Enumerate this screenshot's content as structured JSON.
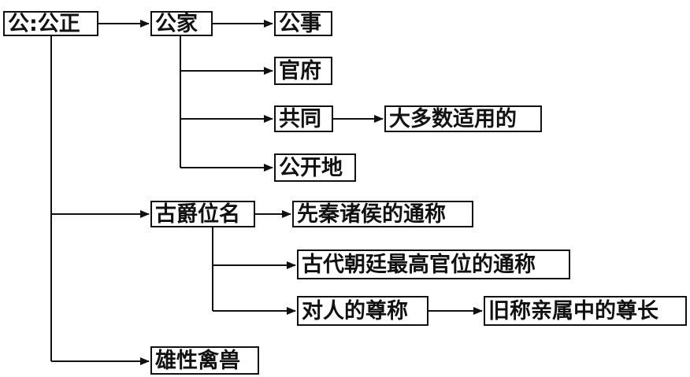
{
  "nodes": {
    "root": "公:公正",
    "gongjia": "公家",
    "gongshi": "公事",
    "guanfu": "官府",
    "gongtong": "共同",
    "daduoshu": "大多数适用的",
    "gongkaidi": "公开地",
    "gujuewei": "古爵位名",
    "xianqin": "先秦诸侯的通称",
    "gudai": "古代朝廷最高官位的通称",
    "duiren": "对人的尊称",
    "jiucheng": "旧称亲属中的尊长",
    "xiongxing": "雄性禽兽"
  },
  "edges": [
    [
      "root",
      "gongjia"
    ],
    [
      "gongjia",
      "gongshi"
    ],
    [
      "gongjia",
      "guanfu"
    ],
    [
      "gongjia",
      "gongtong"
    ],
    [
      "gongtong",
      "daduoshu"
    ],
    [
      "gongjia",
      "gongkaidi"
    ],
    [
      "root",
      "gujuewei"
    ],
    [
      "gujuewei",
      "xianqin"
    ],
    [
      "gujuewei",
      "gudai"
    ],
    [
      "gujuewei",
      "duiren"
    ],
    [
      "duiren",
      "jiucheng"
    ],
    [
      "root",
      "xiongxing"
    ]
  ]
}
